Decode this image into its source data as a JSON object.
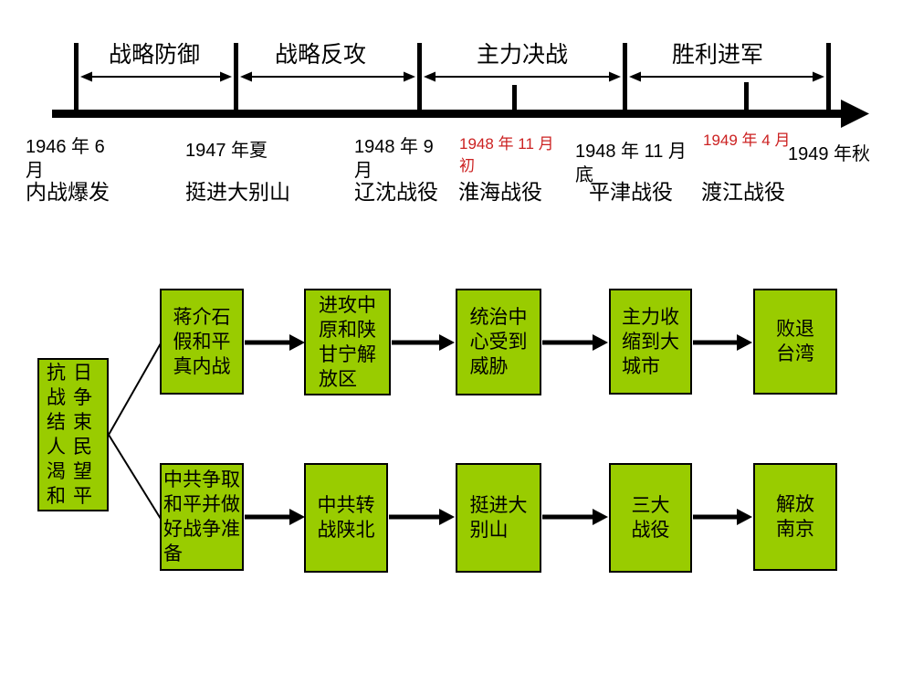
{
  "timeline": {
    "phases": [
      "战略防御",
      "战略反攻",
      "主力决战",
      "胜利进军"
    ],
    "dates": [
      "1946 年 6\n月",
      "1947 年夏",
      "1948 年 9\n月",
      "1948 年 11 月\n初",
      "1948 年 11 月\n底",
      "1949 年 4 月",
      "1949 年秋"
    ],
    "battles": [
      "内战爆发",
      "挺进大别山",
      "辽沈战役",
      "淮海战役",
      "平津战役",
      "渡江战役"
    ]
  },
  "flowchart": {
    "root": "抗日\n战争\n结束\n人民\n渴望\n和平",
    "top_row": [
      "蒋介石\n假和平\n真内战",
      "进攻中\n原和陕\n甘宁解\n放区",
      "统治中\n心受到\n威胁",
      "主力收\n缩到大\n城市",
      "败退\n台湾"
    ],
    "bottom_row": [
      "中共争取\n和平并做\n好战争准\n备",
      "中共转\n战陕北",
      "挺进大\n别山",
      "三大\n战役",
      "解放\n南京"
    ]
  },
  "colors": {
    "box_green": "#99CC00",
    "highlight_red": "#CC2222",
    "line_black": "#000000"
  }
}
